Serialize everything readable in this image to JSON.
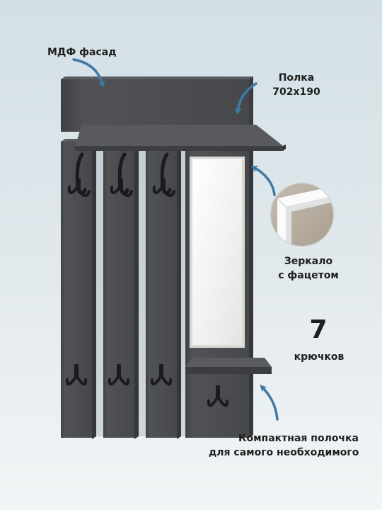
{
  "labels": {
    "mdf_facade": "МДФ фасад",
    "shelf_line1": "Полка",
    "shelf_line2": "702x190",
    "mirror_line1": "Зеркало",
    "mirror_line2": "с фацетом",
    "hooks_count": "7",
    "hooks_word": "крючков",
    "compact_line1": "Компактная полочка",
    "compact_line2": "для самого необходимого"
  },
  "colors": {
    "panel": "#4b4d50",
    "panel_edge": "#3a3c3f",
    "panel_highlight": "#5b5d61",
    "shelf_top": "#57595d",
    "mirror_glass": "#f1f1ef",
    "hook": "#1b1b1d",
    "arrow": "#3f79a3"
  }
}
